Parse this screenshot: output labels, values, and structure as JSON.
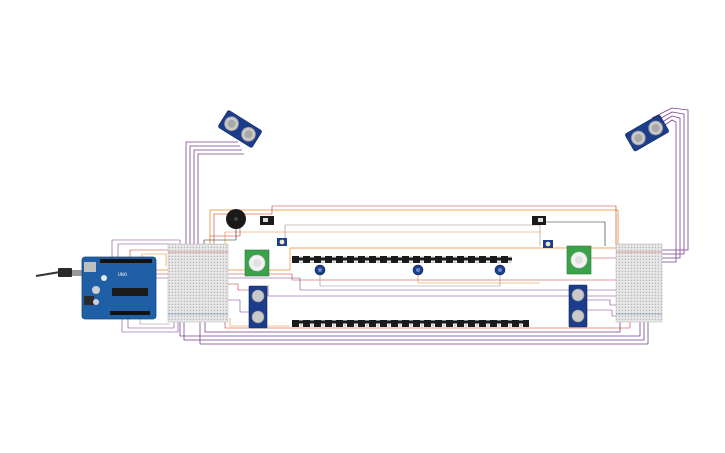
{
  "canvas": {
    "background": "#ffffff"
  },
  "colors": {
    "wire_purple": "#7b3f8f",
    "wire_orange": "#e8892b",
    "wire_red": "#c8302c",
    "wire_black": "#222222",
    "wire_gray": "#8a8a8a",
    "board_blue": "#1f5fa6",
    "sensor_blue": "#1c3d8c",
    "pir_green": "#3aa24a",
    "breadboard": "#e6e6e6",
    "strip_black": "#1b1b1b"
  },
  "components": [
    {
      "id": "arduino-uno",
      "kind": "microcontroller",
      "icon": "arduino-board-icon"
    },
    {
      "id": "usb-cable",
      "kind": "cable",
      "icon": "usb-plug-icon"
    },
    {
      "id": "breadboard-left",
      "kind": "breadboard",
      "icon": "breadboard-icon"
    },
    {
      "id": "breadboard-right",
      "kind": "breadboard",
      "icon": "breadboard-icon"
    },
    {
      "id": "ultrasonic-sensor-left",
      "kind": "sensor",
      "icon": "ultrasonic-sensor-icon"
    },
    {
      "id": "ultrasonic-sensor-right",
      "kind": "sensor",
      "icon": "ultrasonic-sensor-icon"
    },
    {
      "id": "pir-sensor-left",
      "kind": "sensor",
      "icon": "pir-sensor-icon"
    },
    {
      "id": "pir-sensor-right",
      "kind": "sensor",
      "icon": "pir-sensor-icon"
    },
    {
      "id": "piezo-buzzer",
      "kind": "actuator",
      "icon": "buzzer-icon"
    },
    {
      "id": "slide-switch-left",
      "kind": "switch",
      "icon": "switch-icon"
    },
    {
      "id": "slide-switch-right",
      "kind": "switch",
      "icon": "switch-icon"
    },
    {
      "id": "led-strip-top",
      "kind": "led-strip",
      "icon": "neopixel-strip-icon"
    },
    {
      "id": "led-strip-bottom",
      "kind": "led-strip",
      "icon": "neopixel-strip-icon"
    },
    {
      "id": "potentiometer-1",
      "kind": "input",
      "icon": "potentiometer-icon"
    },
    {
      "id": "potentiometer-2",
      "kind": "input",
      "icon": "potentiometer-icon"
    },
    {
      "id": "potentiometer-3",
      "kind": "input",
      "icon": "potentiometer-icon"
    },
    {
      "id": "gas-sensor-left",
      "kind": "sensor",
      "icon": "gas-sensor-icon"
    },
    {
      "id": "gas-sensor-right",
      "kind": "sensor",
      "icon": "gas-sensor-icon"
    },
    {
      "id": "photoresistor-left",
      "kind": "sensor",
      "icon": "photoresistor-icon"
    },
    {
      "id": "photoresistor-right",
      "kind": "sensor",
      "icon": "photoresistor-icon"
    }
  ]
}
